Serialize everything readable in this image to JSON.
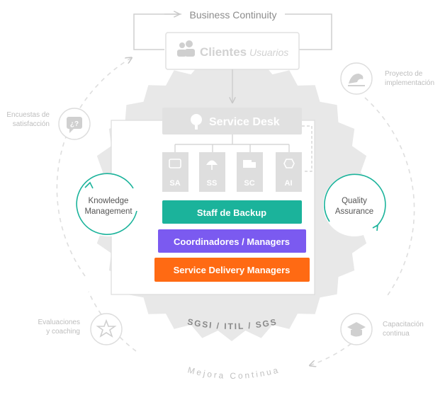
{
  "top": {
    "business_continuity": "Business Continuity",
    "clientes": "Clientes",
    "usuarios": "Usuarios"
  },
  "service_desk": {
    "title": "Service Desk",
    "modules": [
      "SA",
      "SS",
      "SC",
      "AI"
    ]
  },
  "layers": [
    {
      "label": "Staff de Backup",
      "color": "#1bb39b"
    },
    {
      "label": "Coordinadores / Managers",
      "color": "#7b5af0"
    },
    {
      "label": "Service Delivery Managers",
      "color": "#ff6a13"
    }
  ],
  "knowledge": {
    "line1": "Knowledge",
    "line2": "Management"
  },
  "quality": {
    "line1": "Quality",
    "line2": "Assurance"
  },
  "standards": "SGSI / ITIL / SGS",
  "mejora": "Mejora Continua",
  "cycle": {
    "proyecto": {
      "line1": "Proyecto de",
      "line2": "implementación"
    },
    "capacitacion": {
      "line1": "Capacitación",
      "line2": "continua"
    },
    "evaluaciones": {
      "line1": "Evaluaciones",
      "line2": "y coaching"
    },
    "encuestas": {
      "line1": "Encuestas de",
      "line2": "satisfacción"
    }
  },
  "colors": {
    "teal": "#1bb39b",
    "purple": "#7b5af0",
    "orange": "#ff6a13",
    "gray_text": "#9a9a9a",
    "light_gray": "#e2e2e2"
  }
}
